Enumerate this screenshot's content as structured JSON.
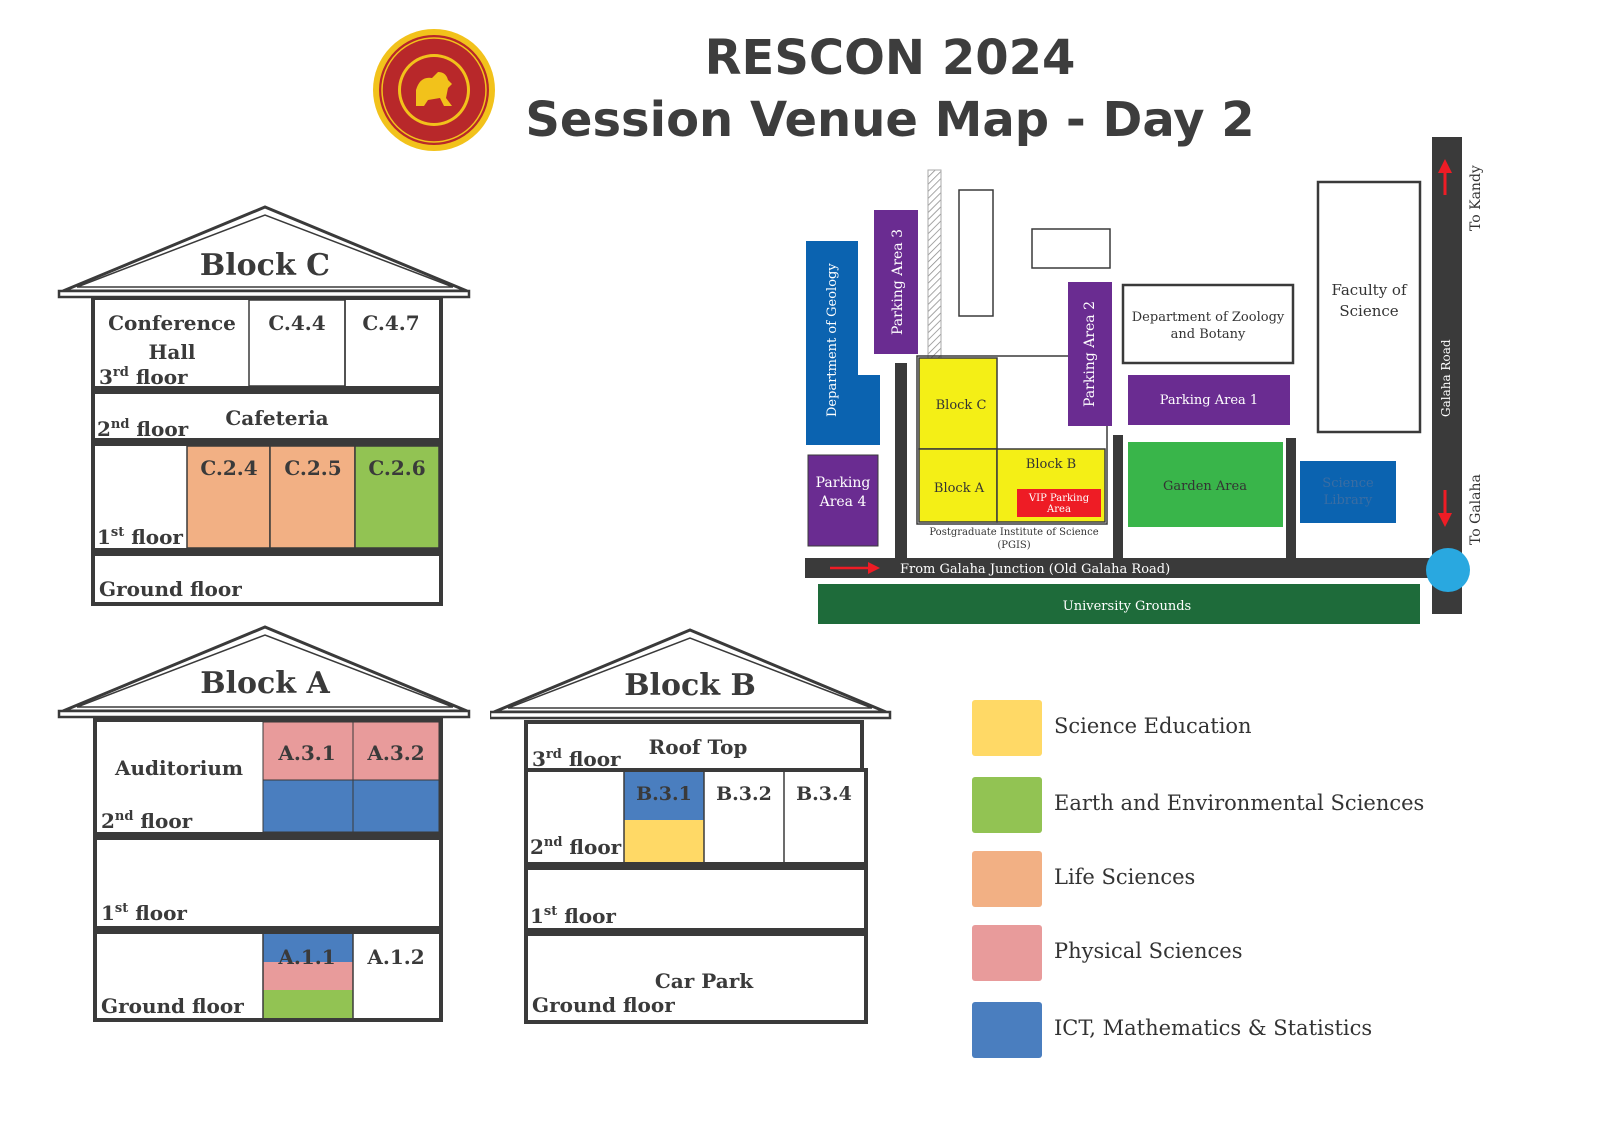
{
  "header": {
    "title_line1": "RESCON 2024",
    "title_line2": "Session Venue Map - Day 2",
    "logo": "university-seal"
  },
  "colors": {
    "science_education": "#ffd966",
    "earth_env": "#92c353",
    "life_sciences": "#f2b084",
    "physical_sciences": "#e89b9b",
    "ict_math_stats": "#4a7ebf",
    "road": "#3a3a3a",
    "university_grounds": "#1e6b3a",
    "garden": "#39b54a",
    "parking": "#6a2c91",
    "blue_building": "#0b63b0",
    "block_yellow": "#f4ef16",
    "vip_red": "#ee1c25",
    "junction_circle": "#29a8e0"
  },
  "blockC": {
    "name": "Block C",
    "floor3_label_pre": "3",
    "floor3_sup": "rd",
    "floor3_post": " floor",
    "conference_hall_1": "Conference",
    "conference_hall_2": "Hall",
    "c44": "C.4.4",
    "c47": "C.4.7",
    "floor2_pre": "2",
    "floor2_sup": "nd",
    "floor2_post": " floor",
    "cafeteria": "Cafeteria",
    "c24": "C.2.4",
    "c25": "C.2.5",
    "c26": "C.2.6",
    "floor1_pre": "1",
    "floor1_sup": "st",
    "floor1_post": " floor",
    "ground": "Ground floor"
  },
  "blockA": {
    "name": "Block A",
    "auditorium": "Auditorium",
    "a31": "A.3.1",
    "a32": "A.3.2",
    "floor2_pre": "2",
    "floor2_sup": "nd",
    "floor2_post": " floor",
    "floor1_pre": "1",
    "floor1_sup": "st",
    "floor1_post": " floor",
    "a11": "A.1.1",
    "a12": "A.1.2",
    "ground": "Ground floor"
  },
  "blockB": {
    "name": "Block B",
    "floor3_pre": "3",
    "floor3_sup": "rd",
    "floor3_post": " floor",
    "rooftop": "Roof Top",
    "b31": "B.3.1",
    "b32": "B.3.2",
    "b34": "B.3.4",
    "floor2_pre": "2",
    "floor2_sup": "nd",
    "floor2_post": " floor",
    "floor1_pre": "1",
    "floor1_sup": "st",
    "floor1_post": " floor",
    "carpark": "Car Park",
    "ground": "Ground floor"
  },
  "map": {
    "dept_geology": "Department of Geology",
    "parking3": "Parking Area 3",
    "parking2": "Parking Area 2",
    "parking4_1": "Parking",
    "parking4_2": "Area 4",
    "parking1": "Parking Area 1",
    "dept_zoology_1": "Department of Zoology",
    "dept_zoology_2": "and Botany",
    "faculty_1": "Faculty of",
    "faculty_2": "Science",
    "block_c": "Block C",
    "block_a": "Block A",
    "block_b": "Block B",
    "vip_1": "VIP Parking",
    "vip_2": "Area",
    "pgis_1": "Postgraduate Institute of Science",
    "pgis_2": "(PGIS)",
    "garden": "Garden Area",
    "library_1": "Science",
    "library_2": "Library",
    "galaha_road": "Galaha Road",
    "to_kandy": "To Kandy",
    "to_galaha": "To Galaha",
    "from_junction": "From Galaha Junction (Old Galaha Road)",
    "university_grounds": "University Grounds"
  },
  "legend": [
    {
      "label": "Science Education",
      "color": "#ffd966"
    },
    {
      "label": "Earth and Environmental Sciences",
      "color": "#92c353"
    },
    {
      "label": "Life Sciences",
      "color": "#f2b084"
    },
    {
      "label": "Physical Sciences",
      "color": "#e89b9b"
    },
    {
      "label": "ICT, Mathematics & Statistics",
      "color": "#4a7ebf"
    }
  ]
}
